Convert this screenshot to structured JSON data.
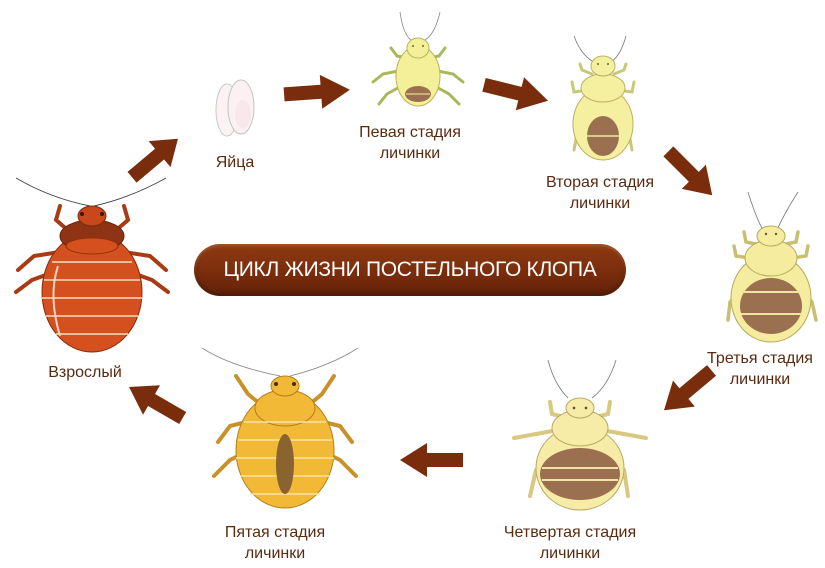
{
  "title": "ЦИКЛ ЖИЗНИ ПОСТЕЛЬНОГО КЛОПА",
  "stages": [
    {
      "id": "eggs",
      "line1": "Яйца",
      "line2": ""
    },
    {
      "id": "nymph1",
      "line1": "Певая стадия",
      "line2": "личинки"
    },
    {
      "id": "nymph2",
      "line1": "Вторая стадия",
      "line2": "личинки"
    },
    {
      "id": "nymph3",
      "line1": "Третья стадия",
      "line2": "личинки"
    },
    {
      "id": "nymph4",
      "line1": "Четвертая стадия",
      "line2": "личинки"
    },
    {
      "id": "nymph5",
      "line1": "Пятая стадия",
      "line2": "личинки"
    },
    {
      "id": "adult",
      "line1": "Взрослый",
      "line2": ""
    }
  ],
  "colors": {
    "arrow": "#7a2d0c",
    "label_text": "#5a2a10",
    "title_bg": "#7a2d0c",
    "title_text": "#ffffff",
    "adult_body": "#d4501e",
    "nymph5_body": "#f2b936",
    "nymph_pale": "#f6eca0",
    "nymph_early": "#f4f09a",
    "gut": "#9a7050"
  },
  "arrows": [
    {
      "from": "adult",
      "to": "eggs",
      "direction": "up-right"
    },
    {
      "from": "eggs",
      "to": "nymph1",
      "direction": "right"
    },
    {
      "from": "nymph1",
      "to": "nymph2",
      "direction": "right-down"
    },
    {
      "from": "nymph2",
      "to": "nymph3",
      "direction": "down-right"
    },
    {
      "from": "nymph3",
      "to": "nymph4",
      "direction": "down-left"
    },
    {
      "from": "nymph4",
      "to": "nymph5",
      "direction": "left"
    },
    {
      "from": "nymph5",
      "to": "adult",
      "direction": "up-left"
    }
  ]
}
